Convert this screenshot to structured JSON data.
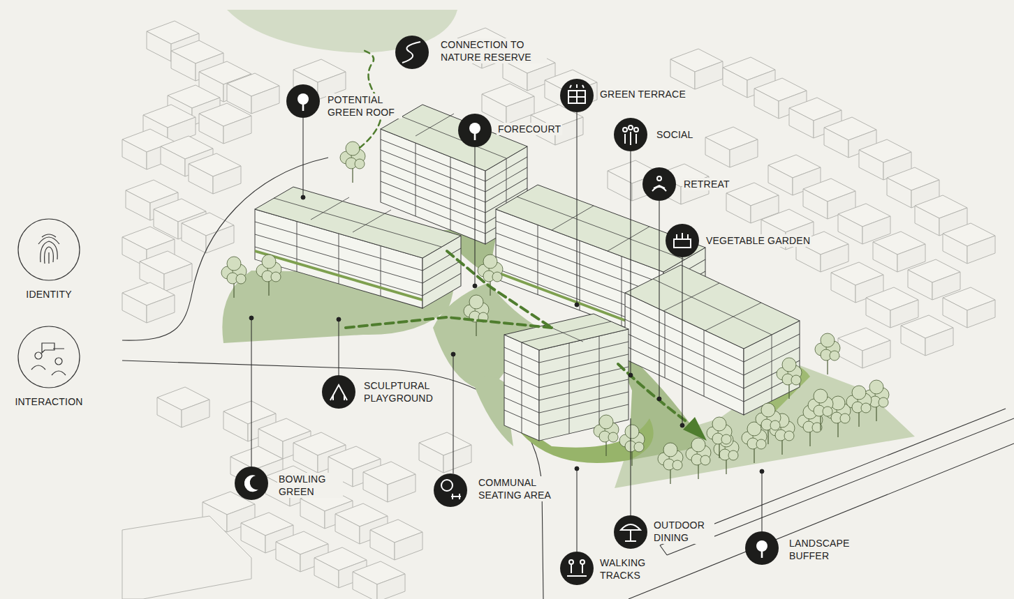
{
  "diagram": {
    "nodes": [
      {
        "text": [
          "IDENTITY"
        ]
      },
      {
        "text": [
          "INTERACTION"
        ]
      },
      {
        "text": [
          "CONNECTION TO NATURE RESERVE"
        ]
      },
      {
        "text": [
          "POTENTIAL GREEN ROOF"
        ]
      },
      {
        "text": [
          "GREEN TERRACE"
        ]
      },
      {
        "text": [
          "FORECOURT"
        ]
      },
      {
        "text": [
          "SOCIAL"
        ]
      },
      {
        "text": [
          "RETREAT"
        ]
      },
      {
        "text": [
          "VEGETABLE GARDEN"
        ]
      },
      {
        "text": [
          "SCULPTURAL PLAYGROUND"
        ]
      },
      {
        "text": [
          "BOWLING GREEN"
        ]
      },
      {
        "text": [
          "COMMUNAL SEATING AREA"
        ]
      },
      {
        "text": [
          "OUTDOOR DINING"
        ]
      },
      {
        "text": [
          "LANDSCAPE BUFFER"
        ]
      },
      {
        "text": [
          "WALKING TRACKS"
        ]
      }
    ]
  }
}
